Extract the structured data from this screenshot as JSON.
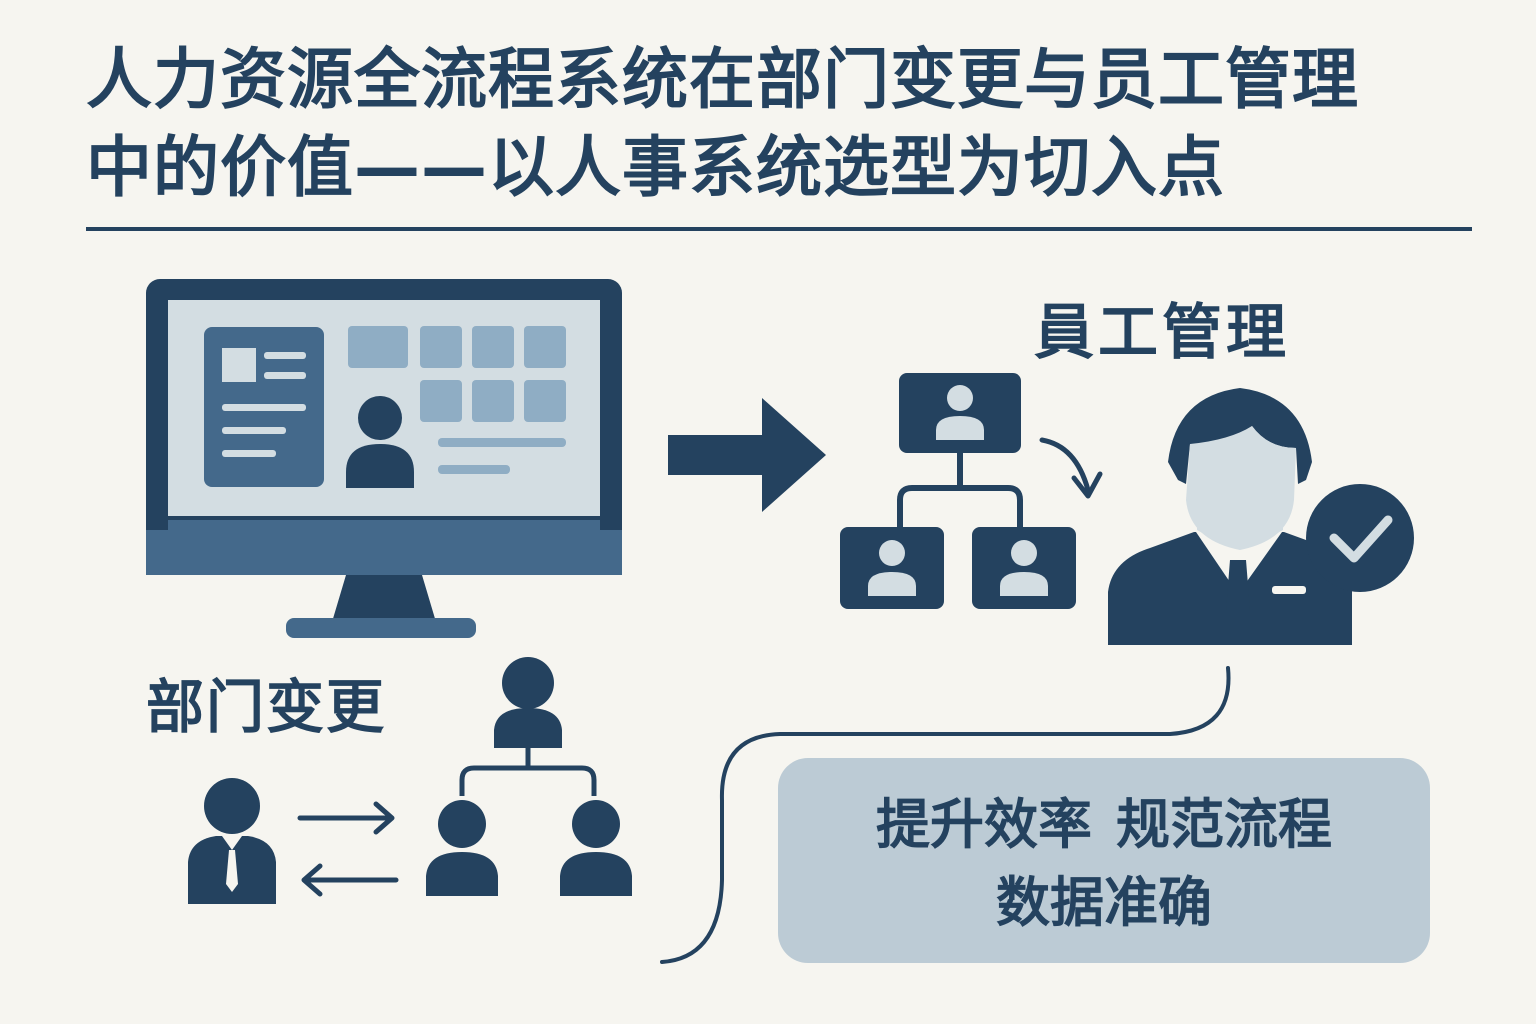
{
  "title": {
    "line1": "人力资源全流程系统在部门变更与员工管理",
    "line2": "中的价值——以人事系统选型为切入点"
  },
  "labels": {
    "employee_management": "員工管理",
    "department_change": "部门变更"
  },
  "benefits": {
    "line1": [
      "提升效率",
      "规范流程"
    ],
    "line2": [
      "数据准确"
    ]
  },
  "colors": {
    "navy": "#24425f",
    "mid_blue": "#44698b",
    "light_blue": "#8fadc4",
    "pale_blue": "#d3dde2",
    "box_fill": "#bccbd5",
    "background": "#f6f5f0"
  }
}
